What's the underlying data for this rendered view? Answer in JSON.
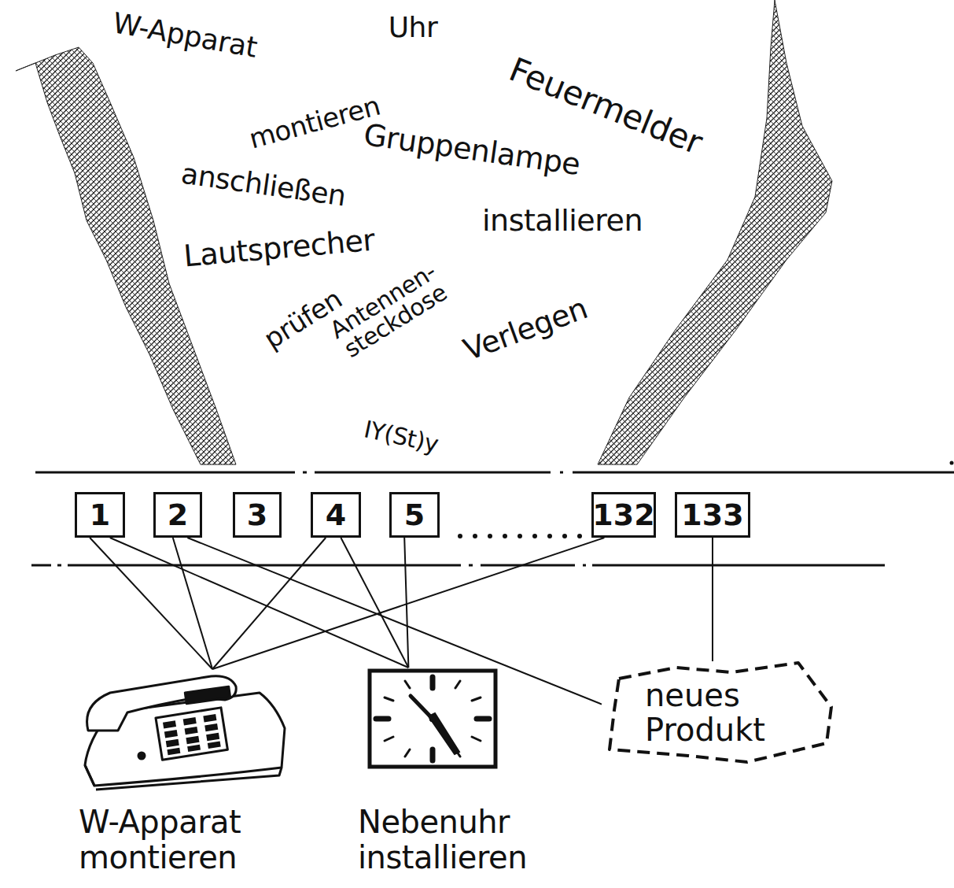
{
  "diagram": {
    "nodes": [
      {
        "text": [
          "1"
        ]
      },
      {
        "text": [
          "2"
        ]
      },
      {
        "text": [
          "3"
        ]
      },
      {
        "text": [
          "4"
        ]
      },
      {
        "text": [
          "5"
        ]
      },
      {
        "text": [
          "132"
        ]
      },
      {
        "text": [
          "133"
        ]
      },
      {
        "text": [
          "W-Apparat montieren"
        ]
      },
      {
        "text": [
          "Nebenuhr installieren"
        ]
      },
      {
        "text": [
          "neues Produkt"
        ]
      }
    ],
    "edges": [
      {
        "from": 0,
        "to": 7,
        "arrow": "none"
      },
      {
        "from": 0,
        "to": 8,
        "arrow": "none"
      },
      {
        "from": 1,
        "to": 7,
        "arrow": "none"
      },
      {
        "from": 1,
        "to": 9,
        "arrow": "none"
      },
      {
        "from": 3,
        "to": 7,
        "arrow": "none"
      },
      {
        "from": 3,
        "to": 8,
        "arrow": "none"
      },
      {
        "from": 4,
        "to": 8,
        "arrow": "none"
      },
      {
        "from": 5,
        "to": 7,
        "arrow": "none"
      },
      {
        "from": 6,
        "to": 9,
        "arrow": "none"
      }
    ],
    "labels": [
      "W-Apparat",
      "Uhr",
      "Feuermelder",
      "montieren",
      "Gruppenlampe",
      "anschließen",
      "installieren",
      "Lautsprecher",
      "prüfen",
      "Antennen- steckdose",
      "Verlegen",
      "IY(St)y"
    ]
  }
}
